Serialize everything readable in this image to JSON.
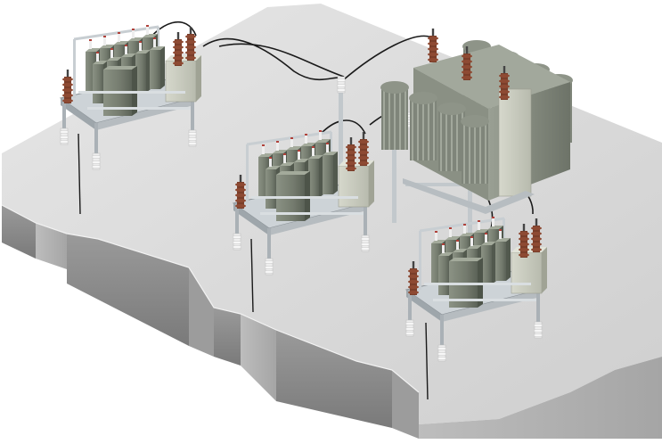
{
  "scene": {
    "description_label": "",
    "capacitor_banks": [
      {
        "id": "bank-left"
      },
      {
        "id": "bank-center"
      },
      {
        "id": "bank-right"
      }
    ],
    "transformer": {
      "id": "power-transformer"
    },
    "colors": {
      "slab_top": "#d9d9d9",
      "slab_side": "#8c8c8c",
      "slab_front": "#b4b4b4",
      "capacitor": "#7d8577",
      "capacitor_dark": "#5e6659",
      "frame": "#c9cfd3",
      "insulator": "#7a3e2a",
      "transformer": "#8e9488",
      "cable": "#1a1a1a"
    }
  }
}
